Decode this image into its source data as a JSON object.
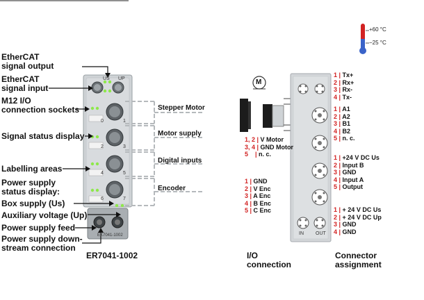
{
  "left_labels": {
    "ethercat_output": [
      "EtherCAT",
      "signal output"
    ],
    "ethercat_input": [
      "EtherCAT",
      "signal input"
    ],
    "m12_sockets": [
      "M12 I/O",
      "connection sockets"
    ],
    "signal_status": "Signal status display",
    "labelling": "Labelling areas",
    "power_status": [
      "Power supply",
      "status display:"
    ],
    "box_supply": "Box supply (Us)",
    "aux_voltage": "Auxiliary voltage (Up)",
    "power_feed": "Power supply feed",
    "power_down": [
      "Power supply down-",
      "stream connection"
    ]
  },
  "module": {
    "name": "ER7041-1002",
    "part_mark": "EK7041-1002",
    "top_marks": [
      "US",
      "UP"
    ],
    "socket_numbers": [
      "0",
      "1",
      "2",
      "3",
      "4",
      "5",
      "6",
      "7"
    ],
    "bottom_labels": [
      "IN",
      "OUT"
    ]
  },
  "groups": [
    "Stepper Motor",
    "Motor supply",
    "Digital inputs",
    "Encoder"
  ],
  "motor_symbol": "M",
  "temperature": {
    "max": "+60 °C",
    "min": "−25 °C"
  },
  "io_motor": [
    {
      "num": "1, 2",
      "text": "V Motor"
    },
    {
      "num": "3, 4",
      "text": "GND Motor"
    },
    {
      "num": "5",
      "text": "n. c."
    }
  ],
  "io_encoder": [
    {
      "num": "1",
      "text": "GND"
    },
    {
      "num": "2",
      "text": "V Enc"
    },
    {
      "num": "3",
      "text": "A Enc"
    },
    {
      "num": "4",
      "text": "B Enc"
    },
    {
      "num": "5",
      "text": "C Enc"
    }
  ],
  "pins_ethercat": [
    {
      "num": "1",
      "text": "Tx+"
    },
    {
      "num": "2",
      "text": "Rx+"
    },
    {
      "num": "3",
      "text": "Rx-"
    },
    {
      "num": "4",
      "text": "Tx-"
    }
  ],
  "pins_stepper": [
    {
      "num": "1",
      "text": "A1"
    },
    {
      "num": "2",
      "text": "A2"
    },
    {
      "num": "3",
      "text": "B1"
    },
    {
      "num": "4",
      "text": "B2"
    },
    {
      "num": "5",
      "text": "n. c."
    }
  ],
  "pins_inputs": [
    {
      "num": "1",
      "text": "+24 V DC Us"
    },
    {
      "num": "2",
      "text": "Input B"
    },
    {
      "num": "3",
      "text": "GND"
    },
    {
      "num": "4",
      "text": "Input A"
    },
    {
      "num": "5",
      "text": "Output"
    }
  ],
  "pins_power": [
    {
      "num": "1",
      "text": "+ 24 V DC Us"
    },
    {
      "num": "2",
      "text": "+ 24 V DC Up"
    },
    {
      "num": "3",
      "text": "GND"
    },
    {
      "num": "4",
      "text": "GND"
    }
  ],
  "captions": {
    "io": [
      "I/O",
      "connection"
    ],
    "connector": [
      "Connector",
      "assignment"
    ]
  },
  "colors": {
    "red": "#d22323",
    "led_green": "#8ee84a",
    "body": "#cfd3d6"
  }
}
